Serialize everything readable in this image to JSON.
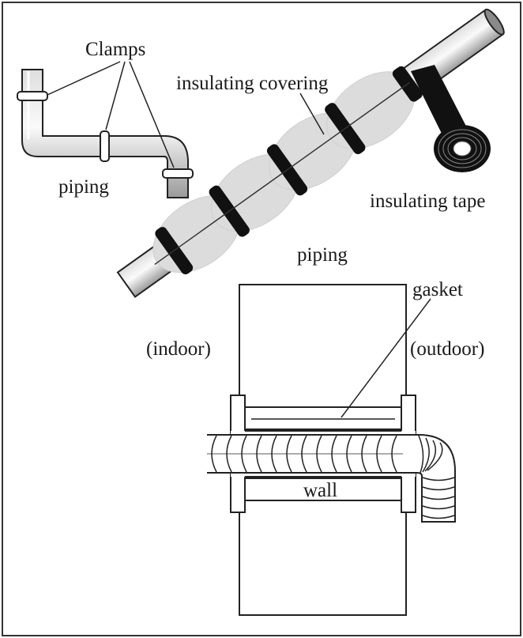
{
  "labels": {
    "clamps": "Clamps",
    "insulating_covering": "insulating covering",
    "piping_left": "piping",
    "insulating_tape": "insulating tape",
    "piping_center": "piping",
    "gasket": "gasket",
    "indoor": "(indoor)",
    "outdoor": "(outdoor)",
    "wall": "wall"
  },
  "colors": {
    "line": "#222222",
    "covering": "#dcdcdc",
    "tape": "#111111",
    "pipe_light": "#e8e8e8",
    "pipe_dark": "#7a7a7a"
  }
}
